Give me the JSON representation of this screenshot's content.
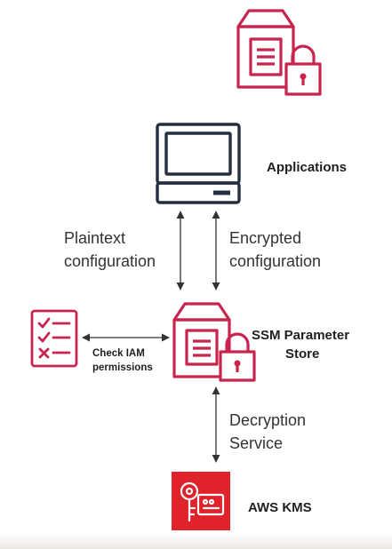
{
  "colors": {
    "accent": "#c7254e",
    "kms_bg": "#e0222a",
    "device": "#232f3e",
    "arrow": "#333333"
  },
  "labels": {
    "applications": "Applications",
    "plaintext": [
      "Plaintext",
      "configuration"
    ],
    "encrypted": [
      "Encrypted",
      "configuration"
    ],
    "check_iam": [
      "Check IAM",
      "permissions"
    ],
    "ssm": [
      "SSM Parameter",
      "Store"
    ],
    "decryption": [
      "Decryption",
      "Service"
    ],
    "kms": "AWS KMS"
  },
  "icons": {
    "top_store": "parameter-store-icon",
    "computer": "computer-icon",
    "checklist": "checklist-icon",
    "ssm_store": "parameter-store-icon",
    "kms": "kms-key-icon"
  }
}
